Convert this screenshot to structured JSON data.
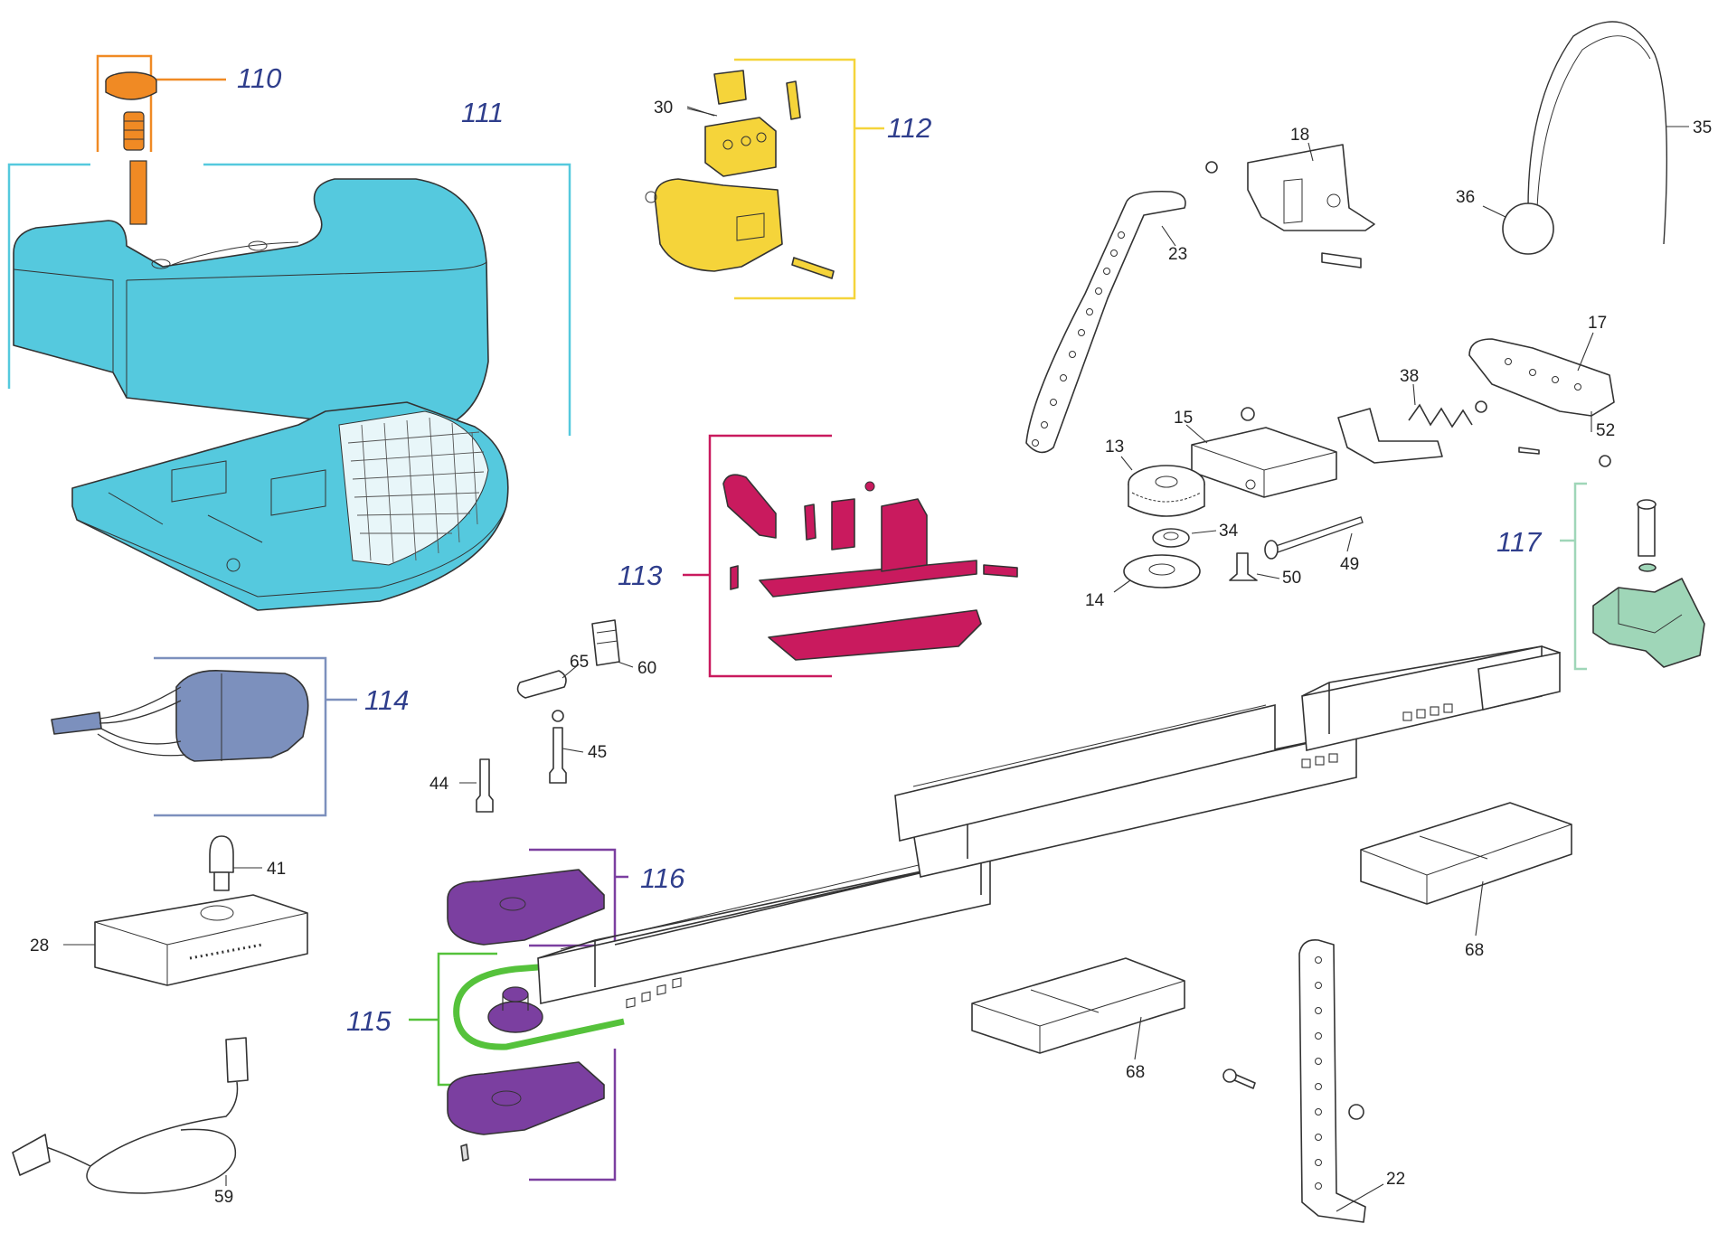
{
  "colors": {
    "g110": "#f08a24",
    "g111": "#55c9de",
    "g112": "#f5d43a",
    "g113": "#c91a5e",
    "g114": "#7c90bd",
    "g115": "#55c23b",
    "g116": "#7b3fa0",
    "g117": "#9fd6b8",
    "group_label": "#2f3e8c",
    "parts": "#333333"
  },
  "groups": [
    {
      "id": "g110",
      "label": "110"
    },
    {
      "id": "g111",
      "label": "111"
    },
    {
      "id": "g112",
      "label": "112"
    },
    {
      "id": "g113",
      "label": "113"
    },
    {
      "id": "g114",
      "label": "114"
    },
    {
      "id": "g115",
      "label": "115"
    },
    {
      "id": "g116",
      "label": "116"
    },
    {
      "id": "g117",
      "label": "117"
    }
  ],
  "parts": [
    {
      "id": "p30",
      "label": "30"
    },
    {
      "id": "p18",
      "label": "18"
    },
    {
      "id": "p23",
      "label": "23"
    },
    {
      "id": "p35",
      "label": "35"
    },
    {
      "id": "p36",
      "label": "36"
    },
    {
      "id": "p17",
      "label": "17"
    },
    {
      "id": "p38",
      "label": "38"
    },
    {
      "id": "p52",
      "label": "52"
    },
    {
      "id": "p15",
      "label": "15"
    },
    {
      "id": "p13",
      "label": "13"
    },
    {
      "id": "p34",
      "label": "34"
    },
    {
      "id": "p49",
      "label": "49"
    },
    {
      "id": "p50",
      "label": "50"
    },
    {
      "id": "p14",
      "label": "14"
    },
    {
      "id": "p65",
      "label": "65"
    },
    {
      "id": "p60",
      "label": "60"
    },
    {
      "id": "p45",
      "label": "45"
    },
    {
      "id": "p44",
      "label": "44"
    },
    {
      "id": "p41",
      "label": "41"
    },
    {
      "id": "p28",
      "label": "28"
    },
    {
      "id": "p59",
      "label": "59"
    },
    {
      "id": "p68a",
      "label": "68"
    },
    {
      "id": "p68b",
      "label": "68"
    },
    {
      "id": "p22",
      "label": "22"
    }
  ]
}
